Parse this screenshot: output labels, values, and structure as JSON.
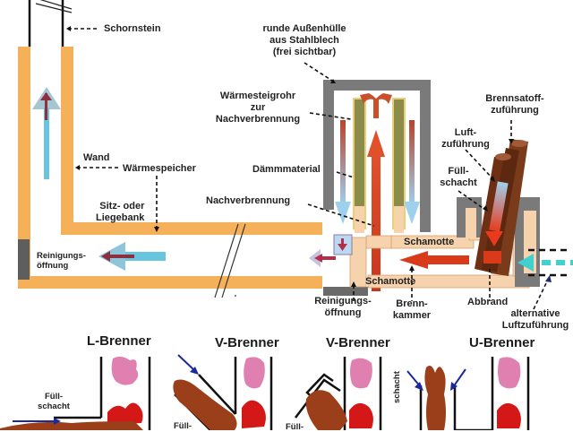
{
  "title": "Rocket Mass Heater (Raketenofen) – Aufbau",
  "colors": {
    "wall_orange": "#f5b05a",
    "steel_grey": "#7a7a7a",
    "cleanout_grey": "#5e5e5e",
    "schamotte": "#f6d3ad",
    "insulation": "#8c8c4a",
    "flame_red": "#d83a1a",
    "air_blue": "#67c5e0",
    "fuel_brown": "#7a3b1a"
  },
  "labels": {
    "schornstein": "Schornstein",
    "wand": "Wand",
    "waermespeicher": "Wärmespeicher",
    "sitzbank_1": "Sitz- oder",
    "sitzbank_2": "Liegebank",
    "reinigung_left_1": "Reinigungs-",
    "reinigung_left_2": "öffnung",
    "aussenhuelle_1": "runde Außenhülle",
    "aussenhuelle_2": "aus Stahlblech",
    "aussenhuelle_3": "(frei sichtbar)",
    "steigrohr_1": "Wärmesteigrohr",
    "steigrohr_2": "zur",
    "steigrohr_3": "Nachverbrennung",
    "daemm": "Dämmmaterial",
    "nachverbrennung": "Nachverbrennung",
    "brennstoff_1": "Brennsatoff-",
    "brennstoff_2": "zuführung",
    "luft_1": "Luft-",
    "luft_2": "zuführung",
    "fuell_1": "Füll-",
    "fuell_2": "schacht",
    "schamotte_top": "Schamotte",
    "schamotte_bottom": "Schamotte",
    "reinigung_right_1": "Reinigungs-",
    "reinigung_right_2": "öffnung",
    "brennkammer_1": "Brenn-",
    "brennkammer_2": "kammer",
    "abbrand": "Abbrand",
    "alt_luft_1": "alternative",
    "alt_luft_2": "Luftzuführung"
  },
  "burner_types": [
    {
      "name": "L-Brenner",
      "fill_label_1": "Füll-",
      "fill_label_2": "schacht"
    },
    {
      "name": "V-Brenner",
      "fill_label_1": "Füll-"
    },
    {
      "name": "V-Brenner",
      "fill_label_1": "Füll-"
    },
    {
      "name": "U-Brenner",
      "fill_label_1": "schacht"
    }
  ]
}
